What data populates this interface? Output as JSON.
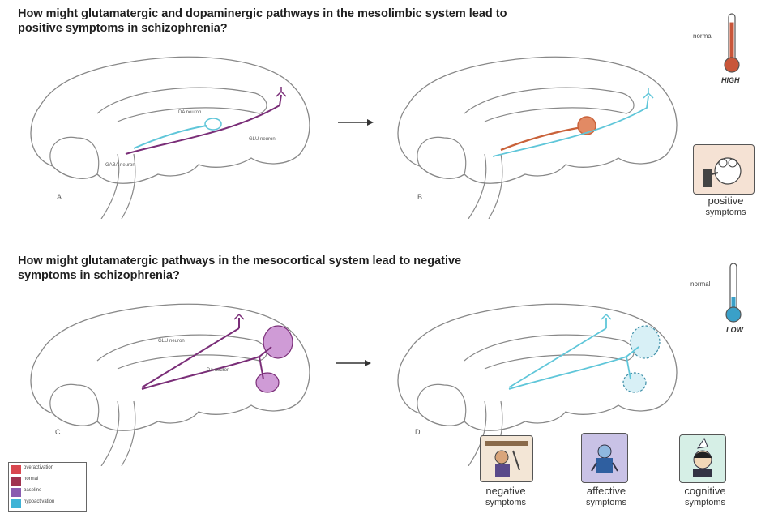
{
  "title_top": "How might glutamatergic and dopaminergic pathways in the mesolimbic system lead to positive symptoms in schizophrenia?",
  "title_bottom": "How might glutamatergic pathways in the mesocortical system lead to negative symptoms in schizophrenia?",
  "panels": {
    "a": {
      "label": "A",
      "da_label": "DA neuron",
      "glu_label": "GLU neuron",
      "gaba_label": "GABA neuron"
    },
    "b": {
      "label": "B"
    },
    "c": {
      "label": "C",
      "glu_label": "GLU neuron",
      "da_label": "DA neuron"
    },
    "d": {
      "label": "D"
    }
  },
  "thermometer_top": {
    "normal_label": "normal",
    "level_label": "HIGH",
    "level_fraction": 0.85,
    "color": "#c8563a"
  },
  "thermometer_bottom": {
    "normal_label": "normal",
    "level_label": "LOW",
    "level_fraction": 0.3,
    "color": "#3aa0c8"
  },
  "symptoms": {
    "positive": {
      "line1": "positive",
      "line2": "symptoms"
    },
    "negative": {
      "line1": "negative",
      "line2": "symptoms"
    },
    "affective": {
      "line1": "affective",
      "line2": "symptoms"
    },
    "cognitive": {
      "line1": "cognitive",
      "line2": "symptoms"
    }
  },
  "legend": {
    "items": [
      {
        "label": "overactivation",
        "color": "#d9474f"
      },
      {
        "label": "normal",
        "color": "#a0334f"
      },
      {
        "label": "baseline",
        "color": "#8a5bb0"
      },
      {
        "label": "hypoactivation",
        "color": "#3fb3d6"
      }
    ]
  },
  "colors": {
    "outline": "#777777",
    "pathway_purple": "#7a2e78",
    "pathway_cyan": "#5fc6d9",
    "pathway_orange": "#c9623a"
  }
}
